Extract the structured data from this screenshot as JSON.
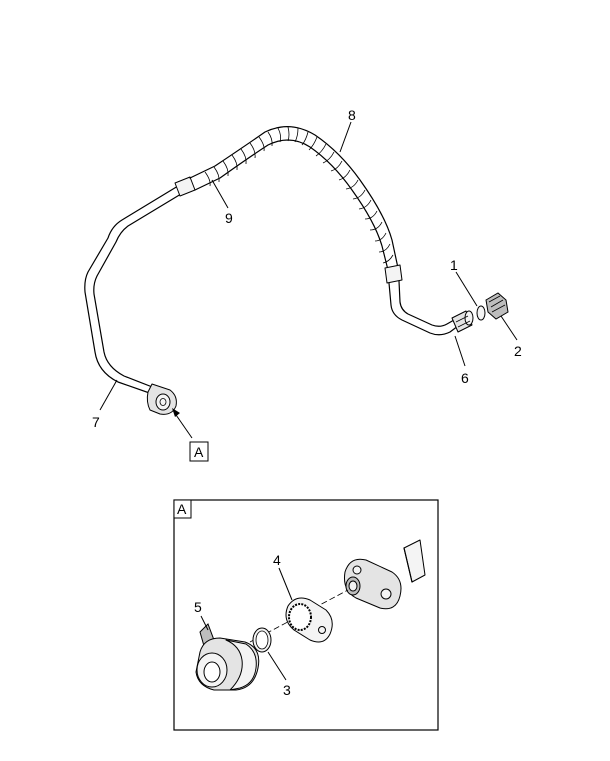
{
  "callouts": {
    "c1": "1",
    "c2": "2",
    "c3": "3",
    "c4": "4",
    "c5": "5",
    "c6": "6",
    "c7": "7",
    "c8": "8",
    "c9": "9"
  },
  "view_ref": {
    "main_label": "A",
    "detail_label": "A"
  }
}
